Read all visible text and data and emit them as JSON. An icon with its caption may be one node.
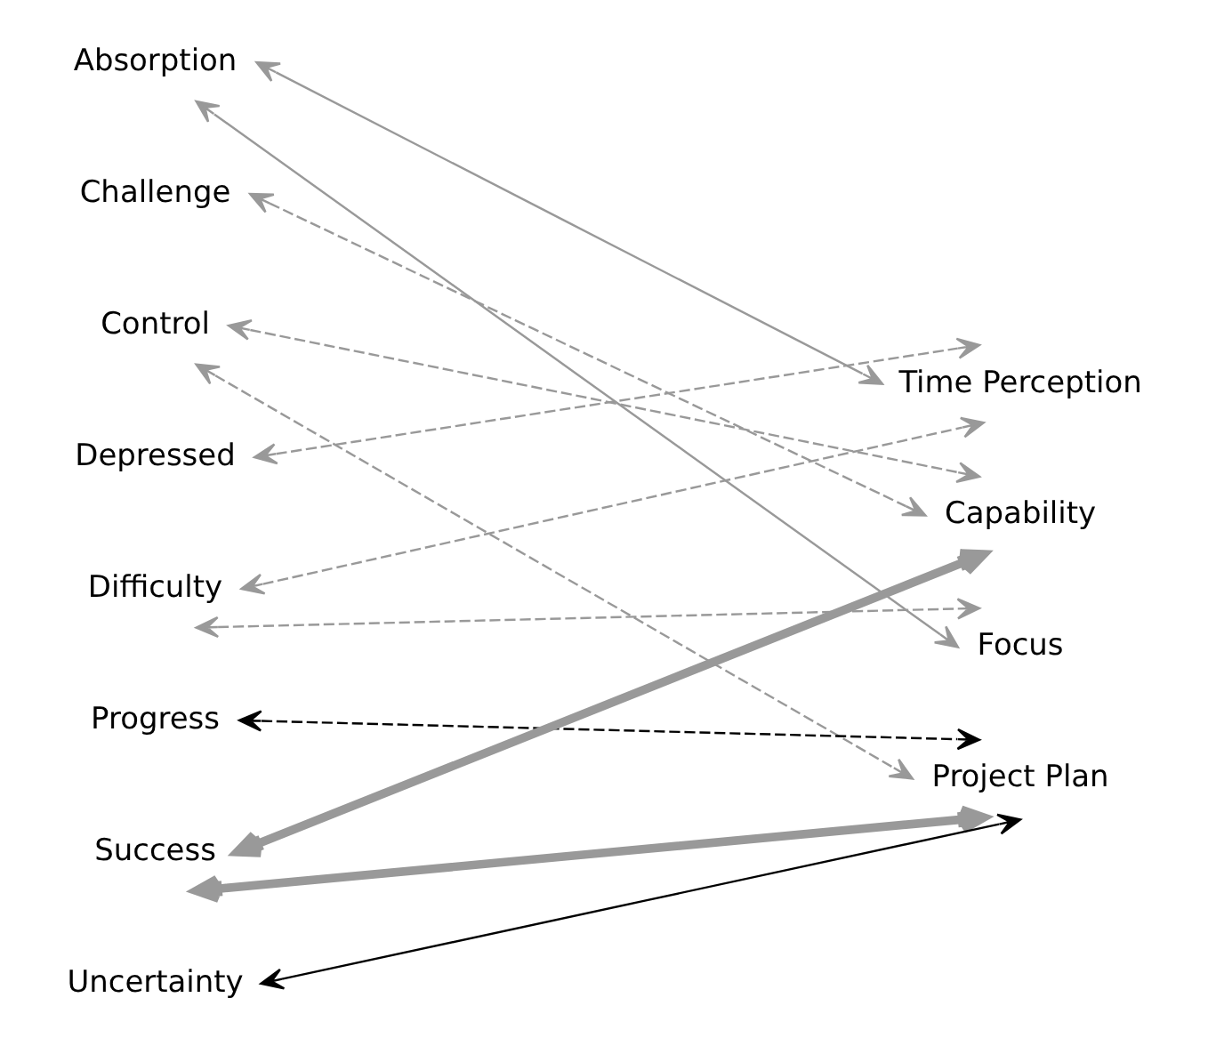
{
  "diagram": {
    "nodes": [
      {
        "text": [
          "Absorption"
        ]
      },
      {
        "text": [
          "Challenge"
        ]
      },
      {
        "text": [
          "Control"
        ]
      },
      {
        "text": [
          "Depressed"
        ]
      },
      {
        "text": [
          "Difficulty"
        ]
      },
      {
        "text": [
          "Progress"
        ]
      },
      {
        "text": [
          "Success"
        ]
      },
      {
        "text": [
          "Uncertainty"
        ]
      },
      {
        "text": [
          "Time Perception"
        ]
      },
      {
        "text": [
          "Capability"
        ]
      },
      {
        "text": [
          "Focus"
        ]
      },
      {
        "text": [
          "Project Plan"
        ]
      }
    ],
    "edges": [
      {
        "from": 0,
        "to": 8,
        "arrow": "both"
      },
      {
        "from": 0,
        "to": 10,
        "arrow": "both"
      },
      {
        "from": 1,
        "to": 9,
        "arrow": "both",
        "style": "dashed"
      },
      {
        "from": 2,
        "to": 9,
        "arrow": "both",
        "style": "dashed"
      },
      {
        "from": 2,
        "to": 11,
        "arrow": "both",
        "style": "dashed"
      },
      {
        "from": 3,
        "to": 8,
        "arrow": "both",
        "style": "dashed"
      },
      {
        "from": 4,
        "to": 8,
        "arrow": "both",
        "style": "dashed"
      },
      {
        "from": 4,
        "to": 10,
        "arrow": "both",
        "style": "dashed"
      },
      {
        "from": 5,
        "to": 11,
        "arrow": "both",
        "style": "dashed",
        "color": "#000000"
      },
      {
        "from": 6,
        "to": 9,
        "arrow": "both",
        "style": "thick"
      },
      {
        "from": 6,
        "to": 11,
        "arrow": "both",
        "style": "thick"
      },
      {
        "from": 7,
        "to": 11,
        "arrow": "both",
        "color": "#000000"
      }
    ]
  }
}
